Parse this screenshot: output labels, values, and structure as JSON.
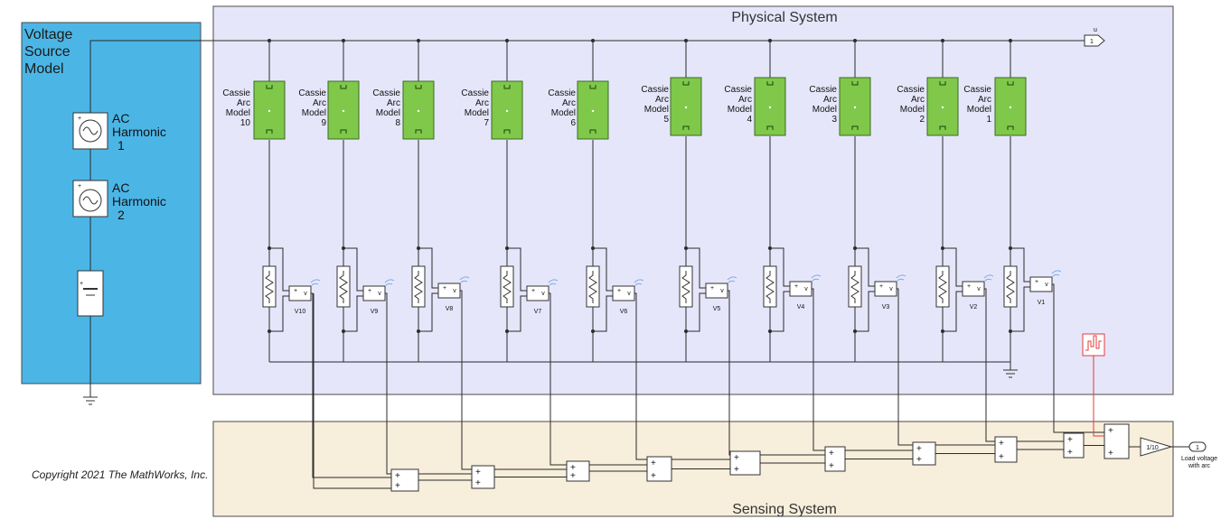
{
  "areas": {
    "voltage_source": {
      "label_lines": [
        "Voltage",
        "Source",
        "Model"
      ],
      "color": "#4bb6e6"
    },
    "physical": {
      "label": "Physical System",
      "color": "#e6e6fb"
    },
    "sensing": {
      "label": "Sensing System",
      "color": "#f7eedb"
    }
  },
  "sources": [
    {
      "label_lines": [
        "AC",
        "Harmonic",
        "1"
      ]
    },
    {
      "label_lines": [
        "AC",
        "Harmonic",
        "2"
      ]
    }
  ],
  "arc_models": [
    {
      "label_lines": [
        "Cassie",
        "Arc",
        "Model",
        "10"
      ]
    },
    {
      "label_lines": [
        "Cassie",
        "Arc",
        "Model",
        "9"
      ]
    },
    {
      "label_lines": [
        "Cassie",
        "Arc",
        "Model",
        "8"
      ]
    },
    {
      "label_lines": [
        "Cassie",
        "Arc",
        "Model",
        "7"
      ]
    },
    {
      "label_lines": [
        "Cassie",
        "Arc",
        "Model",
        "6"
      ]
    },
    {
      "label_lines": [
        "Cassie",
        "Arc",
        "Model",
        "5"
      ]
    },
    {
      "label_lines": [
        "Cassie",
        "Arc",
        "Model",
        "4"
      ]
    },
    {
      "label_lines": [
        "Cassie",
        "Arc",
        "Model",
        "3"
      ]
    },
    {
      "label_lines": [
        "Cassie",
        "Arc",
        "Model",
        "2"
      ]
    },
    {
      "label_lines": [
        "Cassie",
        "Arc",
        "Model",
        "1"
      ]
    }
  ],
  "voltage_sensors": [
    "V10",
    "V9",
    "V8",
    "V7",
    "V6",
    "V5",
    "V4",
    "V3",
    "V2",
    "V1"
  ],
  "goto_tag": {
    "label": "u",
    "port": "1"
  },
  "gain": {
    "label": "1/10"
  },
  "outport": {
    "port": "1",
    "label_lines": [
      "Load voltage",
      "with arc"
    ]
  },
  "copyright": "Copyright 2021 The MathWorks, Inc.",
  "colors": {
    "arc_block": "#7fc84a",
    "noise_block": "#e23b3b",
    "wire": "#2b2b2b"
  },
  "icons": {
    "ac_source": "sine-wave-icon",
    "dc_source": "battery-icon",
    "ground": "ground-icon",
    "resistor": "zigzag-resistor-icon",
    "wireless": "wireless-icon",
    "noise": "noise-signal-icon"
  }
}
